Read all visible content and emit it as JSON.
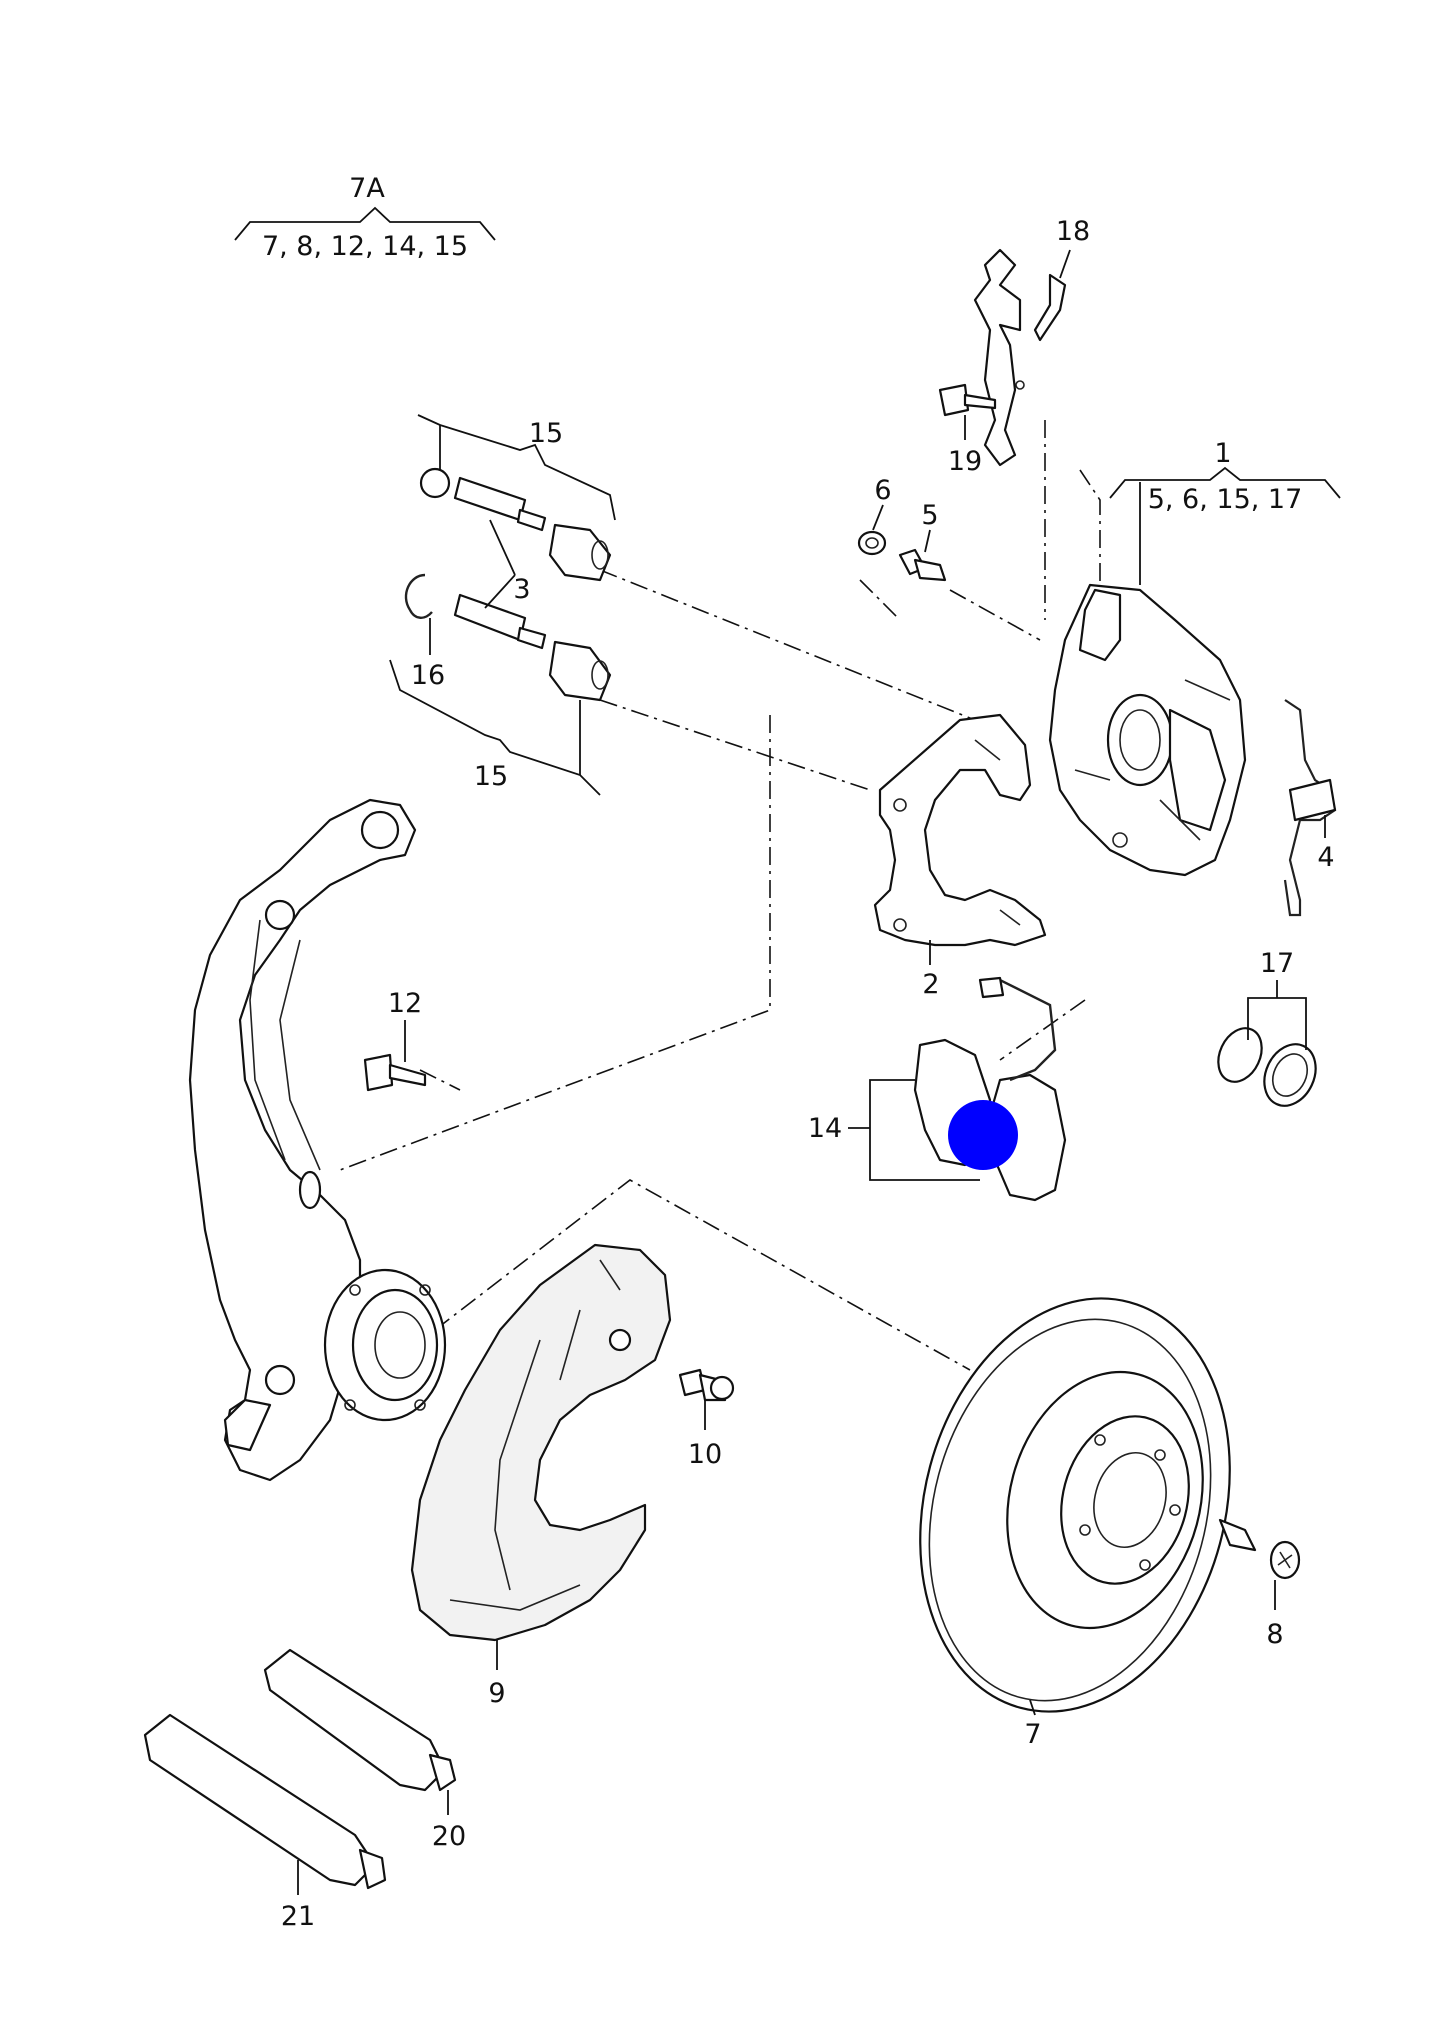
{
  "callouts": {
    "c7A": "7A",
    "c7A_sub": "7, 8, 12, 14, 15",
    "c1": "1",
    "c1_sub": "5, 6, 15, 17",
    "c2": "2",
    "c3": "3",
    "c4": "4",
    "c5": "5",
    "c6": "6",
    "c7": "7",
    "c8": "8",
    "c9": "9",
    "c10": "10",
    "c12": "12",
    "c14": "14",
    "c15_top": "15",
    "c15_bottom": "15",
    "c16": "16",
    "c17": "17",
    "c18": "18",
    "c19": "19",
    "c20": "20",
    "c21": "21"
  },
  "marker": {
    "color": "#0000ff"
  }
}
